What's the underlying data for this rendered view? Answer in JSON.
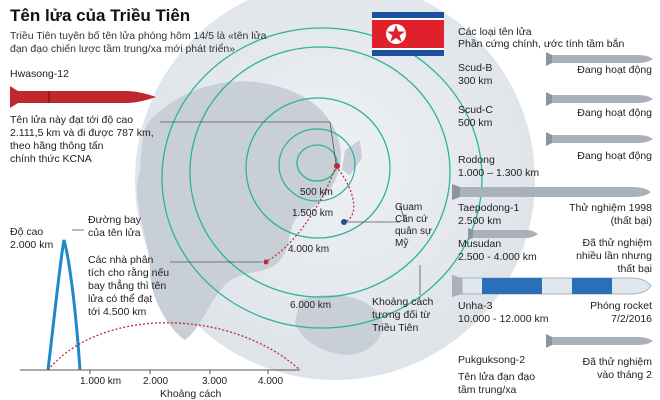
{
  "header": {
    "title": "Tên lửa của Triều Tiên",
    "subtitle": "Triều Tiên tuyên bố tên lửa phóng hôm 14/5 là «tên lửa đạn đạo chiến lược tầm trung/xa mới phát triển»"
  },
  "hwasong": {
    "name": "Hwasong-12",
    "note_lines": [
      "Tên lửa này đạt tới độ cao",
      "2.111,5 km và đi được 787 km,",
      "theo hãng thông tấn",
      "chính thức KCNA"
    ]
  },
  "map": {
    "rings": [
      "500 km",
      "1.500 km",
      "4.000 km",
      "6.000 km"
    ],
    "guam_lines": [
      "Guam",
      "Căn cứ",
      "quân sự",
      "Mỹ"
    ],
    "distance_lines": [
      "Khoảng cách",
      "tương đối từ",
      "Triều Tiên"
    ]
  },
  "trajectory": {
    "y_title": "Độ cao",
    "y_tick": "2.000 km",
    "flight_lines": [
      "Đường bay",
      "của tên lửa"
    ],
    "analysis_lines": [
      "Các nhà phân",
      "tích cho rằng nếu",
      "bay thẳng thì tên",
      "lửa có thể đạt",
      "tới 4.500 km"
    ],
    "x_ticks": [
      "1.000 km",
      "2.000",
      "3.000",
      "4.000"
    ],
    "x_title": "Khoảng cách"
  },
  "missiles": {
    "header_lines": [
      "Các loại tên lửa",
      "Phần cứng chính, ước tính tầm bắn"
    ],
    "items": [
      {
        "name": "Scud-B",
        "range": "300 km",
        "status": [
          "Đang hoạt động"
        ]
      },
      {
        "name": "Scud-C",
        "range": "500 km",
        "status": [
          "Đang hoạt động"
        ]
      },
      {
        "name": "Rodong",
        "range": "1.000 – 1.300 km",
        "status": [
          "Đang hoạt động"
        ]
      },
      {
        "name": "Taepodong-1",
        "range": "2.500 km",
        "status": [
          "Thử nghiệm 1998",
          "(thất bại)"
        ]
      },
      {
        "name": "Musudan",
        "range": "2.500 - 4.000 km",
        "status": [
          "Đã thử nghiệm",
          "nhiều lần nhưng",
          "thất bại"
        ]
      },
      {
        "name": "Unha-3",
        "range": "10.000 - 12.000 km",
        "status": [
          "Phóng rocket",
          "7/2/2016"
        ]
      },
      {
        "name": "Pukguksong-2",
        "range": "",
        "status": [
          "Đã thử nghiệm",
          "vào tháng 2"
        ]
      }
    ],
    "footer_lines": [
      "Tên lửa đạn đạo",
      "tầm trung/xa"
    ]
  },
  "colors": {
    "ring": "#2bb39a",
    "missile_red": "#c0282d",
    "missile_grey": "#a9b1ba",
    "flag_blue": "#1d4fa0",
    "flag_red": "#e0202a"
  }
}
